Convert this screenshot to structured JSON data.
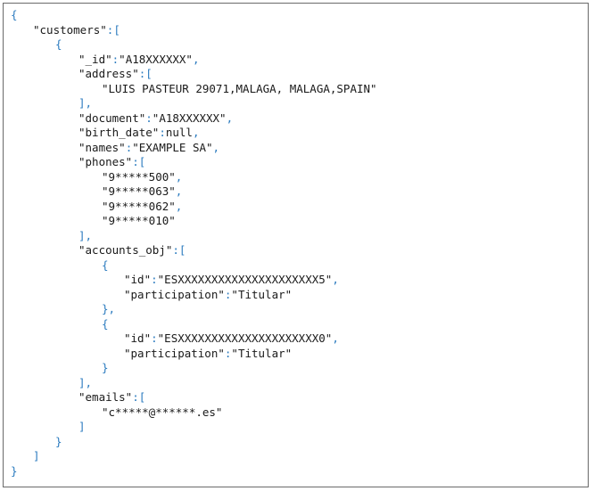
{
  "document": {
    "open_brace": "{",
    "close_brace": "}",
    "customers_key": "\"customers\"",
    "colon": ":",
    "open_bracket": "[",
    "close_bracket": "]",
    "close_bracket_comma": "],",
    "obj_open": "{",
    "obj_close": "}",
    "obj_close_comma": "},",
    "comma": ",",
    "fields": {
      "id_key": "\"_id\"",
      "id_value": "\"A18XXXXXX\"",
      "address_key": "\"address\"",
      "address_value": "\"LUIS PASTEUR 29071,MALAGA, MALAGA,SPAIN\"",
      "document_key": "\"document\"",
      "document_value": "\"A18XXXXXX\"",
      "birth_date_key": "\"birth_date\"",
      "birth_date_value": "null",
      "names_key": "\"names\"",
      "names_value": "\"EXAMPLE SA\"",
      "phones_key": "\"phones\"",
      "phones": [
        "\"9*****500\"",
        "\"9*****063\"",
        "\"9*****062\"",
        "\"9*****010\""
      ],
      "accounts_key": "\"accounts_obj\"",
      "accounts": [
        {
          "id_key": "\"id\"",
          "id_value": "\"ESXXXXXXXXXXXXXXXXXXXXX5\"",
          "participation_key": "\"participation\"",
          "participation_value": "\"Titular\""
        },
        {
          "id_key": "\"id\"",
          "id_value": "\"ESXXXXXXXXXXXXXXXXXXXXX0\"",
          "participation_key": "\"participation\"",
          "participation_value": "\"Titular\""
        }
      ],
      "emails_key": "\"emails\"",
      "emails": [
        "\"c*****@******.es\""
      ]
    }
  }
}
